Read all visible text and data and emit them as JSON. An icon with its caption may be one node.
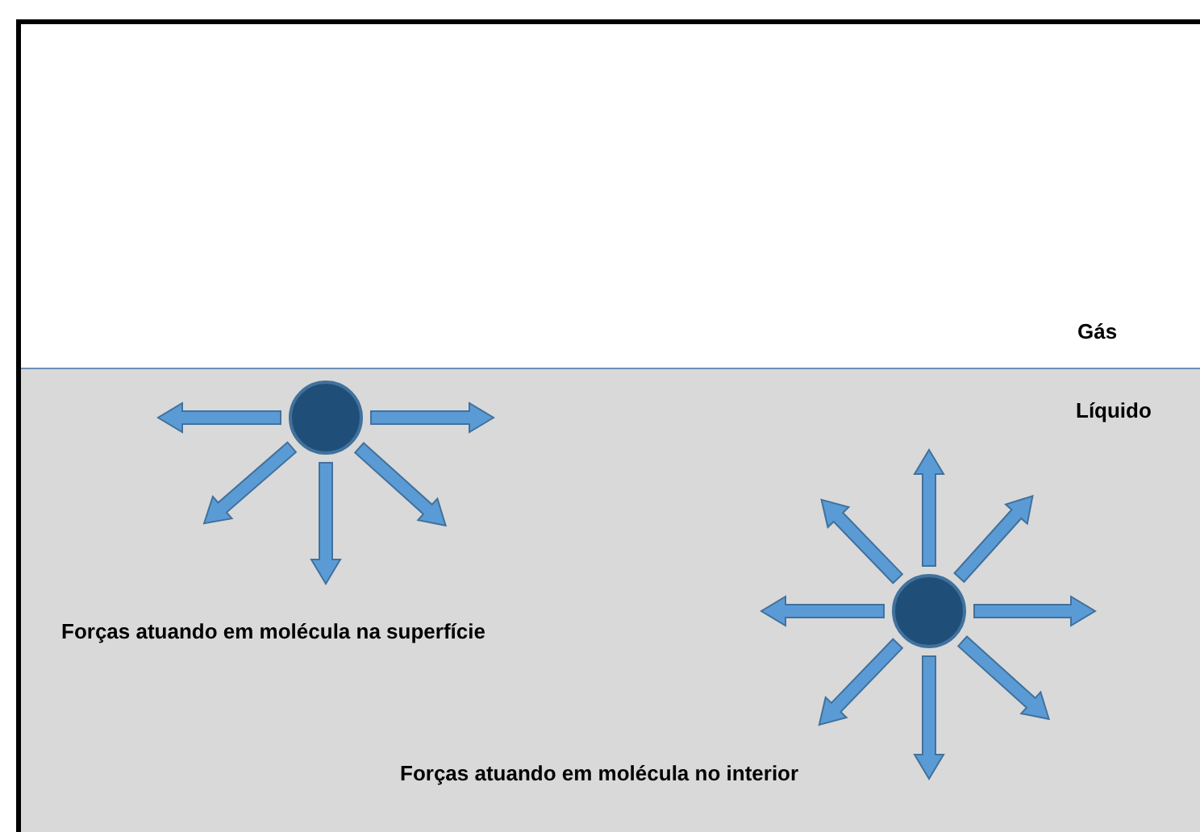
{
  "diagram": {
    "nodes": [
      {
        "text": [
          "Gás"
        ]
      },
      {
        "text": [
          "Líquido"
        ]
      },
      {
        "text": [],
        "shape": "circle",
        "in": 1
      },
      {
        "text": [],
        "shape": "circle",
        "in": 1
      }
    ],
    "labels": [
      "Forças atuando em molécula na superfície",
      "Forças atuando em molécula no interior"
    ]
  }
}
